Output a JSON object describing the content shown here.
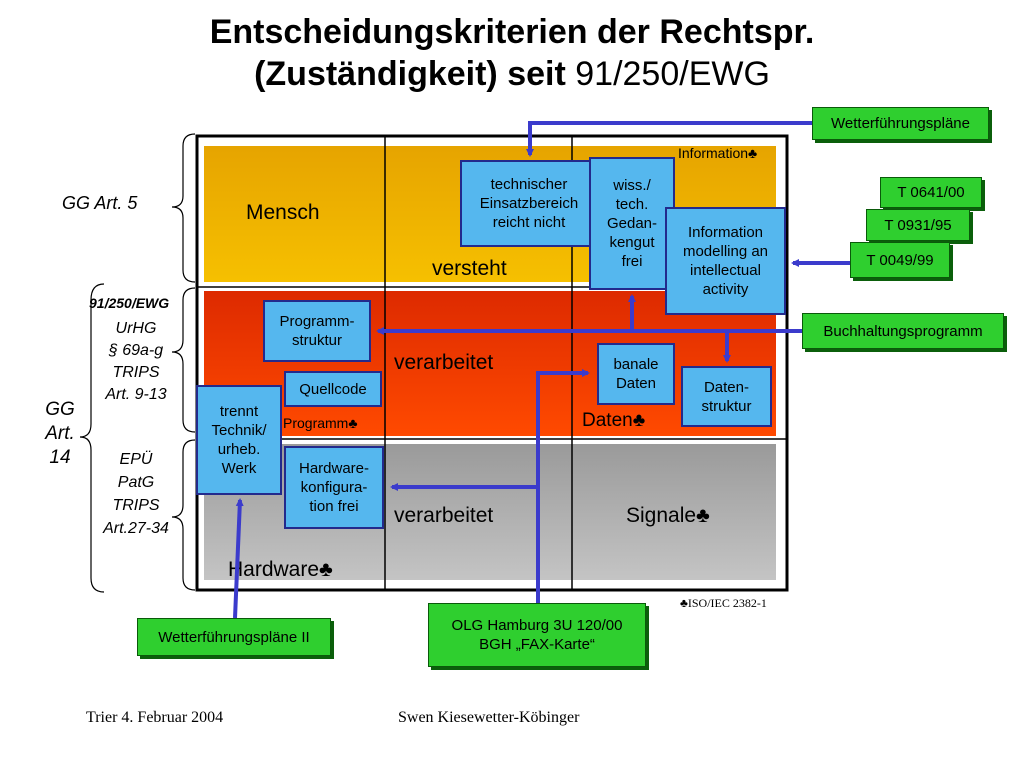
{
  "title": {
    "line1": "Entscheidungskriterien der Rechtspr.",
    "line2_bold": "(Zuständigkeit) seit",
    "line2_normal": "91/250/EWG"
  },
  "grid": {
    "mensch": "Mensch",
    "versteht": "versteht",
    "information": "Information♣",
    "verarbeitet1": "verarbeitet",
    "programm": "Programm♣",
    "daten": "Daten♣",
    "verarbeitet2": "verarbeitet",
    "signale": "Signale♣",
    "hardware": "Hardware♣"
  },
  "blue_boxes": {
    "technischer": "technischer\nEinsatzbereich\nreicht nicht",
    "wiss": "wiss./\ntech.\nGedan-\nkengut\nfrei",
    "info_modelling": "Information\nmodelling an\nintellectual\nactivity",
    "programmstruktur": "Programm-\nstruktur",
    "quellcode": "Quellcode",
    "trennt": "trennt\nTechnik/\nurheb.\nWerk",
    "hardware_konf": "Hardware-\nkonfigura-\ntion frei",
    "banale": "banale\nDaten",
    "datenstruktur": "Daten-\nstruktur"
  },
  "green_boxes": {
    "wetter1": "Wetterführungspläne",
    "t0641": "T 0641/00",
    "t0931": "T 0931/95",
    "t0049": "T 0049/99",
    "buchhaltung": "Buchhaltungsprogramm",
    "wetter2": "Wetterführungspläne II",
    "olg": "OLG Hamburg 3U 120/00\nBGH „FAX-Karte“"
  },
  "left_labels": {
    "gg5": "GG Art. 5",
    "ewg": "91/250/EWG",
    "urhg": "UrHG\n§ 69a-g\nTRIPS\nArt. 9-13",
    "gg14": "GG\nArt.\n14",
    "epu": "EPÜ\nPatG\nTRIPS\nArt.27-34"
  },
  "iso_note": "♣ISO/IEC 2382-1",
  "footer": {
    "date": "Trier 4. Februar 2004",
    "author": "Swen Kiesewetter-Köbinger"
  },
  "colors": {
    "band_top": "#f2b400",
    "band_mid": "#e63000",
    "band_bottom": "#a8a8a8",
    "blue_box": "#55b7ee",
    "green_box": "#2fcf2f",
    "arrow": "#3b3bcc"
  }
}
